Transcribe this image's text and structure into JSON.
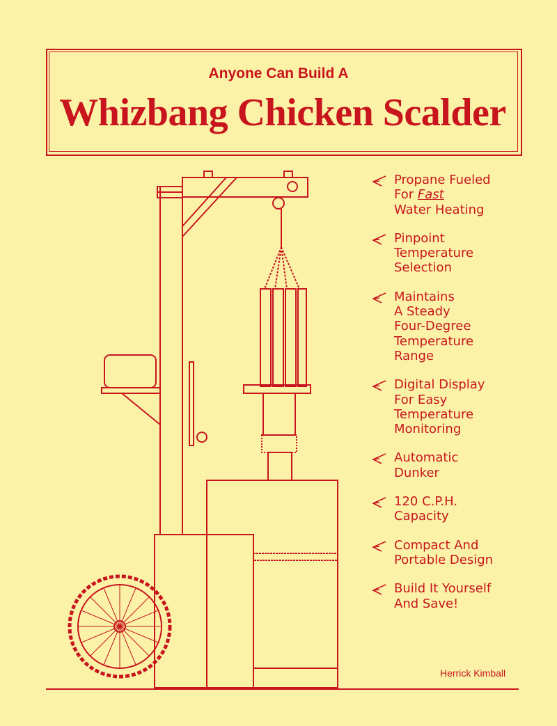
{
  "cover": {
    "subtitle": "Anyone Can Build A",
    "title": "Whizbang Chicken Scalder",
    "author": "Herrick Kimball",
    "accent_color": "#c8151d",
    "background_color": "#fbf2a8"
  },
  "features": [
    {
      "icon": "arrow-check-icon",
      "lines": [
        "Propane Fueled",
        "Water Heating"
      ],
      "line2_prefix": "For ",
      "line2_emphasis": "Fast"
    },
    {
      "icon": "arrow-check-icon",
      "lines": [
        "Pinpoint",
        "Temperature",
        "Selection"
      ]
    },
    {
      "icon": "arrow-check-icon",
      "lines": [
        "Maintains",
        "A Steady",
        "Four-Degree",
        "Temperature",
        "Range"
      ]
    },
    {
      "icon": "arrow-check-icon",
      "lines": [
        "Digital Display",
        "For Easy",
        "Temperature",
        "Monitoring"
      ]
    },
    {
      "icon": "arrow-check-icon",
      "lines": [
        "Automatic",
        "Dunker"
      ]
    },
    {
      "icon": "arrow-check-icon",
      "lines": [
        "120 C.P.H.",
        "Capacity"
      ]
    },
    {
      "icon": "arrow-check-icon",
      "lines": [
        "Compact And",
        "Portable Design"
      ]
    },
    {
      "icon": "arrow-check-icon",
      "lines": [
        "Build It Yourself",
        "And Save!"
      ]
    }
  ]
}
